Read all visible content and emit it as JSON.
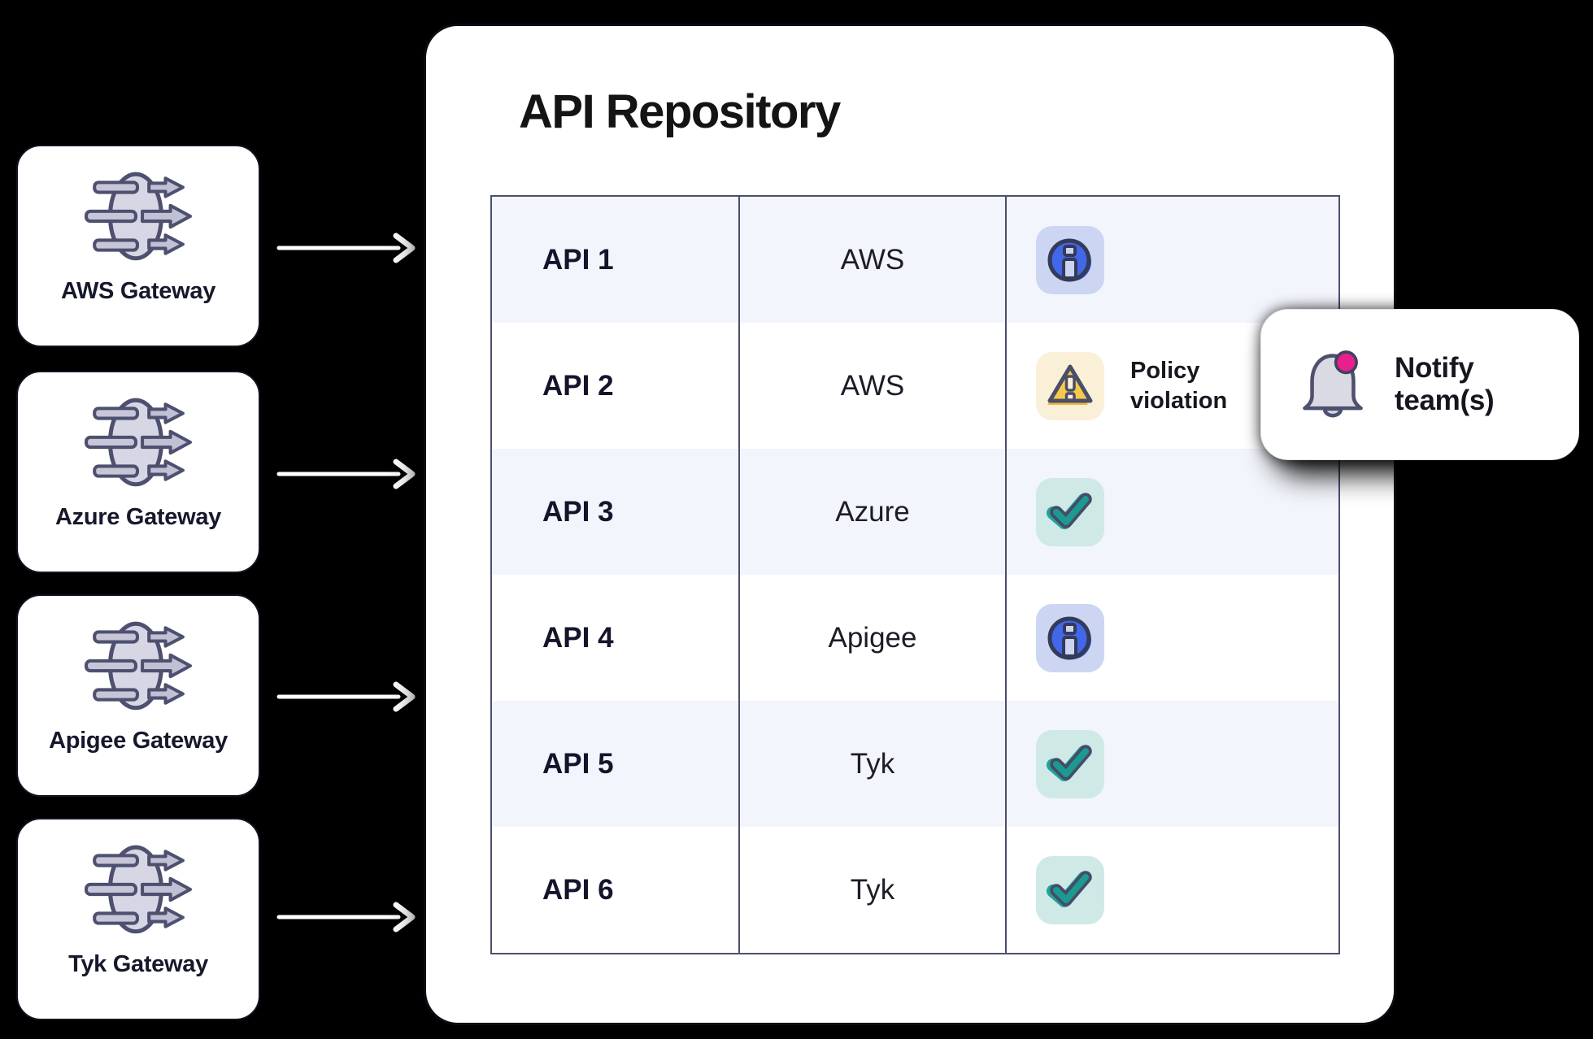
{
  "panel": {
    "title": "API Repository"
  },
  "gateways": {
    "items": [
      {
        "label": "AWS Gateway",
        "icon": "gateway-icon"
      },
      {
        "label": "Azure Gateway",
        "icon": "gateway-icon"
      },
      {
        "label": "Apigee Gateway",
        "icon": "gateway-icon"
      },
      {
        "label": "Tyk Gateway",
        "icon": "gateway-icon"
      }
    ]
  },
  "connectors": {
    "count": 4,
    "color": "#ffffff",
    "style": "arrow-right"
  },
  "table": {
    "columns": [
      "api",
      "gateway",
      "status"
    ],
    "rows": [
      {
        "api": "API 1",
        "gateway": "AWS",
        "status": "info"
      },
      {
        "api": "API 2",
        "gateway": "AWS",
        "status": "warning",
        "status_text": "Policy violation"
      },
      {
        "api": "API 3",
        "gateway": "Azure",
        "status": "check"
      },
      {
        "api": "API 4",
        "gateway": "Apigee",
        "status": "info"
      },
      {
        "api": "API 5",
        "gateway": "Tyk",
        "status": "check"
      },
      {
        "api": "API 6",
        "gateway": "Tyk",
        "status": "check"
      }
    ],
    "status_icons": {
      "info": "info-icon",
      "warning": "warning-icon",
      "check": "check-icon"
    }
  },
  "callout": {
    "label": "Notify team(s)",
    "icon": "bell-icon"
  },
  "colors": {
    "background": "#000000",
    "panel_bg": "#ffffff",
    "row_tint": "#f2f5fb",
    "table_border": "#4b4f6d",
    "info_blue": "#4267e8",
    "info_bg": "#ccd6f3",
    "warning_amber": "#f7c94b",
    "warning_bg": "#faf0d7",
    "check_teal": "#1b9a90",
    "check_bg": "#cfe9e6",
    "notify_pink": "#ea1f8e",
    "icon_outline": "#4d506e",
    "arrow_white": "#ffffff"
  }
}
